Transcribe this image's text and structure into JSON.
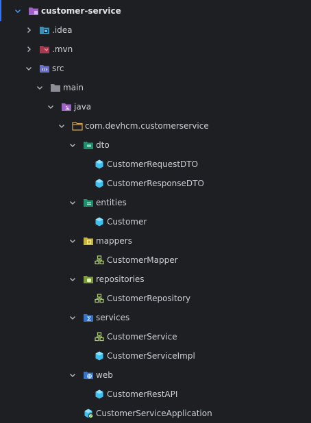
{
  "project_tree": {
    "root": {
      "label": "customer-service",
      "expanded": true
    },
    "idea": {
      "label": ".idea",
      "expanded": false
    },
    "mvn": {
      "label": ".mvn",
      "expanded": false
    },
    "src": {
      "label": "src",
      "expanded": true
    },
    "main": {
      "label": "main",
      "expanded": true
    },
    "java": {
      "label": "java",
      "expanded": true
    },
    "package": {
      "label": "com.devhcm.customerservice",
      "expanded": true
    },
    "dto": {
      "label": "dto",
      "files": [
        {
          "label": "CustomerRequestDTO",
          "icon": "class-icon"
        },
        {
          "label": "CustomerResponseDTO",
          "icon": "class-icon"
        }
      ]
    },
    "entities": {
      "label": "entities",
      "files": [
        {
          "label": "Customer",
          "icon": "class-icon"
        }
      ]
    },
    "mappers": {
      "label": "mappers",
      "files": [
        {
          "label": "CustomerMapper",
          "icon": "interface-icon"
        }
      ]
    },
    "repositories": {
      "label": "repositories",
      "files": [
        {
          "label": "CustomerRepository",
          "icon": "interface-icon"
        }
      ]
    },
    "services": {
      "label": "services",
      "files": [
        {
          "label": "CustomerService",
          "icon": "interface-icon"
        },
        {
          "label": "CustomerServiceImpl",
          "icon": "class-icon"
        }
      ]
    },
    "web": {
      "label": "web",
      "files": [
        {
          "label": "CustomerRestAPI",
          "icon": "class-icon"
        }
      ]
    },
    "app": {
      "label": "CustomerServiceApplication",
      "icon": "spring-boot-app-icon"
    }
  },
  "colors": {
    "background": "#1e1f22",
    "selection_accent": "#3574f0",
    "text": "#cbd0d6",
    "folder": "#8c8f96",
    "class_icon": "#3ec0f0",
    "interface_icon": "#a4c867",
    "module_icon": "#9e62c9"
  }
}
